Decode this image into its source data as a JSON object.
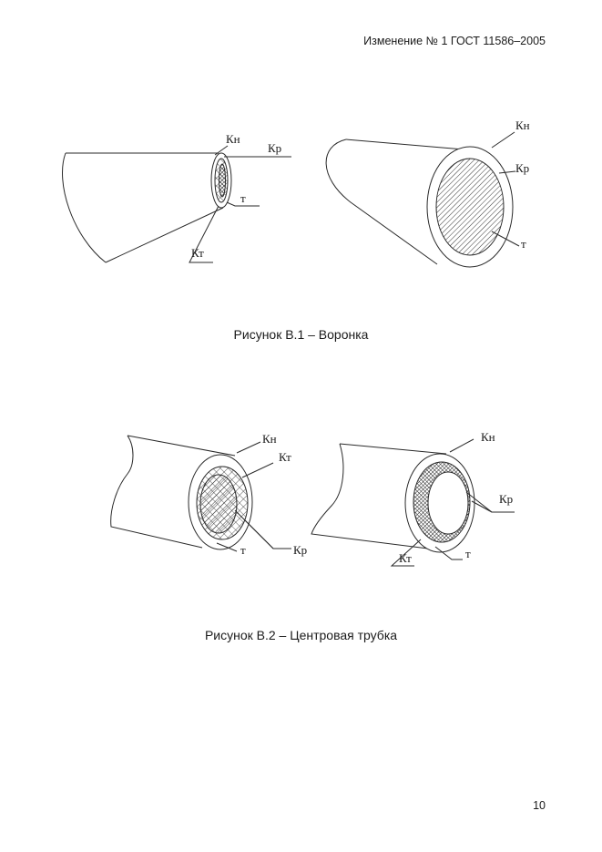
{
  "header": {
    "text": "Изменение № 1 ГОСТ 11586–2005"
  },
  "figure_b1": {
    "caption": "Рисунок В.1 – Воронка",
    "left": {
      "label_kn": "Кн",
      "label_kr": "Кр",
      "label_t": "т",
      "label_kt": "Кт"
    },
    "right": {
      "label_kn": "Кн",
      "label_kr": "Кр",
      "label_t": "т"
    }
  },
  "figure_b2": {
    "caption": "Рисунок В.2 – Центровая трубка",
    "left": {
      "label_kn": "Кн",
      "label_kt": "Кт",
      "label_t": "т",
      "label_kr": "Кр"
    },
    "right": {
      "label_kn": "Кн",
      "label_kr": "Кр",
      "label_kt": "Кт",
      "label_t": "т"
    }
  },
  "page_number": "10"
}
